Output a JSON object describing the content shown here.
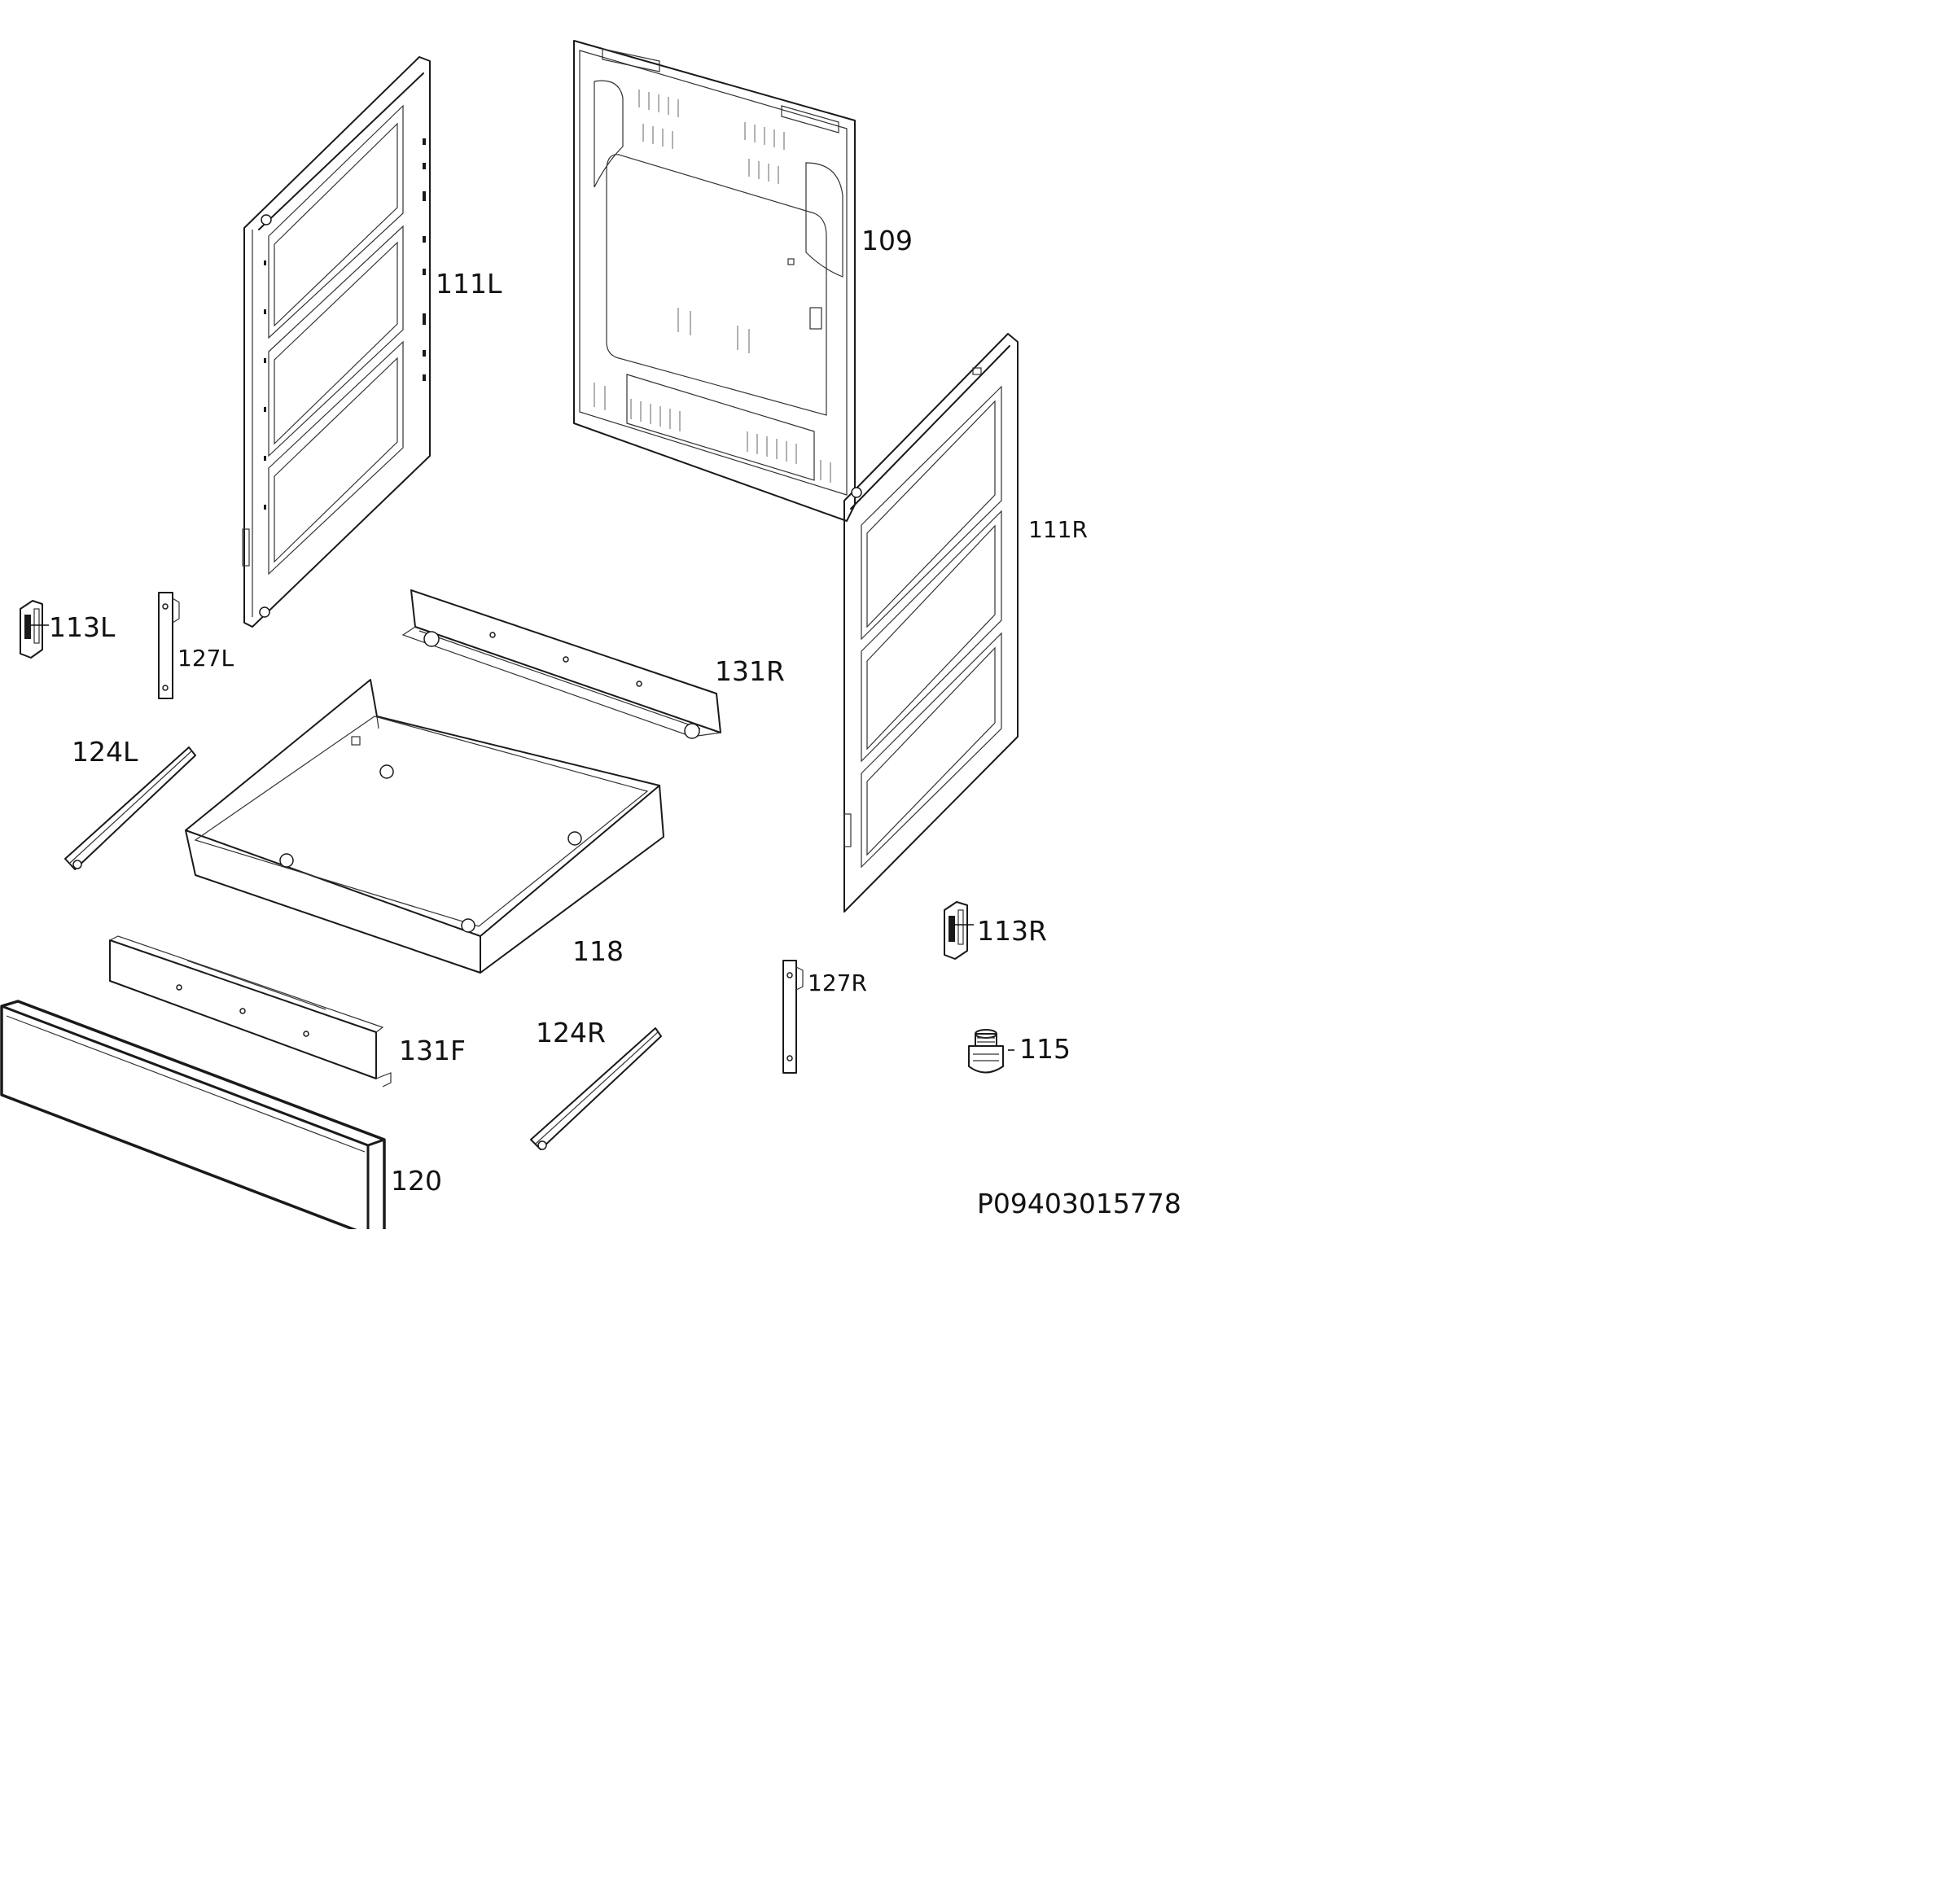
{
  "labels": {
    "p109": "109",
    "p111L": "111L",
    "p111R": "111R",
    "p113L": "113L",
    "p113R": "113R",
    "p115": "115",
    "p118": "118",
    "p120": "120",
    "p124L": "124L",
    "p124R": "124R",
    "p127L": "127L",
    "p127R": "127R",
    "p131R": "131R",
    "p131F": "131F"
  },
  "drawing_code": "P09403015778"
}
